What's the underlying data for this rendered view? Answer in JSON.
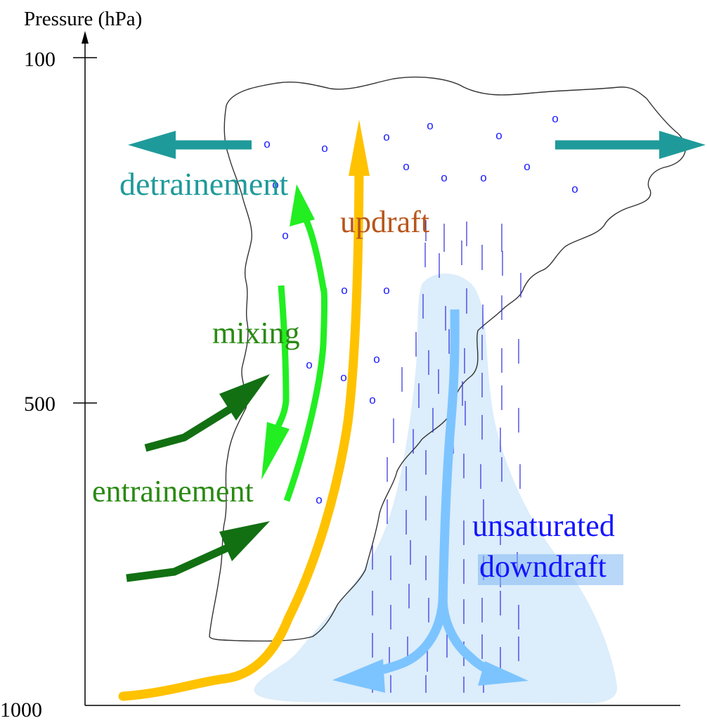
{
  "axis": {
    "title": "Pressure (hPa)",
    "ticks": [
      "100",
      "500",
      "1000"
    ]
  },
  "labels": {
    "detrainement": "detrainement",
    "updraft": "updraft",
    "mixing": "mixing",
    "entrainement": "entrainement",
    "downdraft_line1": "unsaturated",
    "downdraft_line2": "downdraft"
  },
  "drop_glyph": "o",
  "colors": {
    "detrainement": "#1f9a9a",
    "updraft_arrow": "#ffc200",
    "updraft_text": "#b8561b",
    "mixing_arrow": "#22ee22",
    "mixing_text": "#2a8a12",
    "entrainement_arrow": "#127012",
    "entrainement_text": "#2a8a12",
    "downdraft_arrow": "#7cc4ff",
    "downdraft_region": "#dcedfb",
    "downdraft_text": "#1414ff",
    "rain": "#2a2ae0"
  }
}
